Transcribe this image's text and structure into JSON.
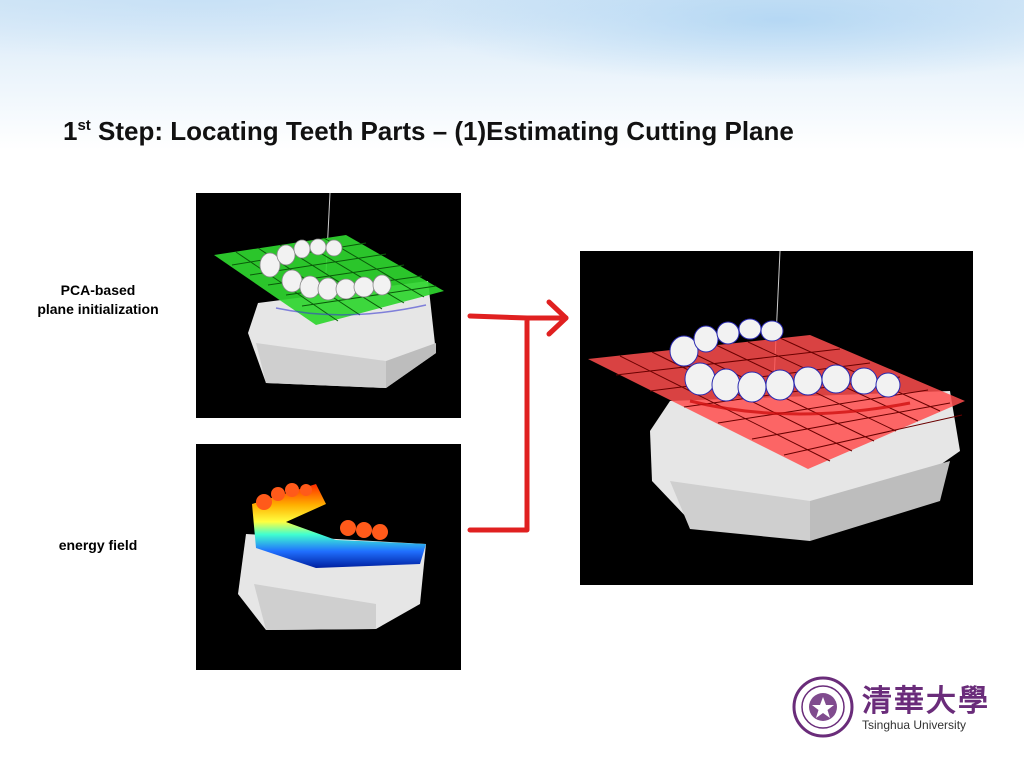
{
  "slide": {
    "title_prefix": "1",
    "title_sup": "st",
    "title_rest": " Step: Locating Teeth Parts – (1)Estimating Cutting Plane"
  },
  "labels": {
    "pca_line1": "PCA-based",
    "pca_line2": "plane initialization",
    "energy": "energy field"
  },
  "logo": {
    "cn_name": "清華大學",
    "en_name": "Tsinghua University"
  },
  "colors": {
    "arrow": "#e02020",
    "green_plane": "#2fd62f",
    "red_plane": "#ff4d4d",
    "brand_purple": "#6a2c7a"
  }
}
